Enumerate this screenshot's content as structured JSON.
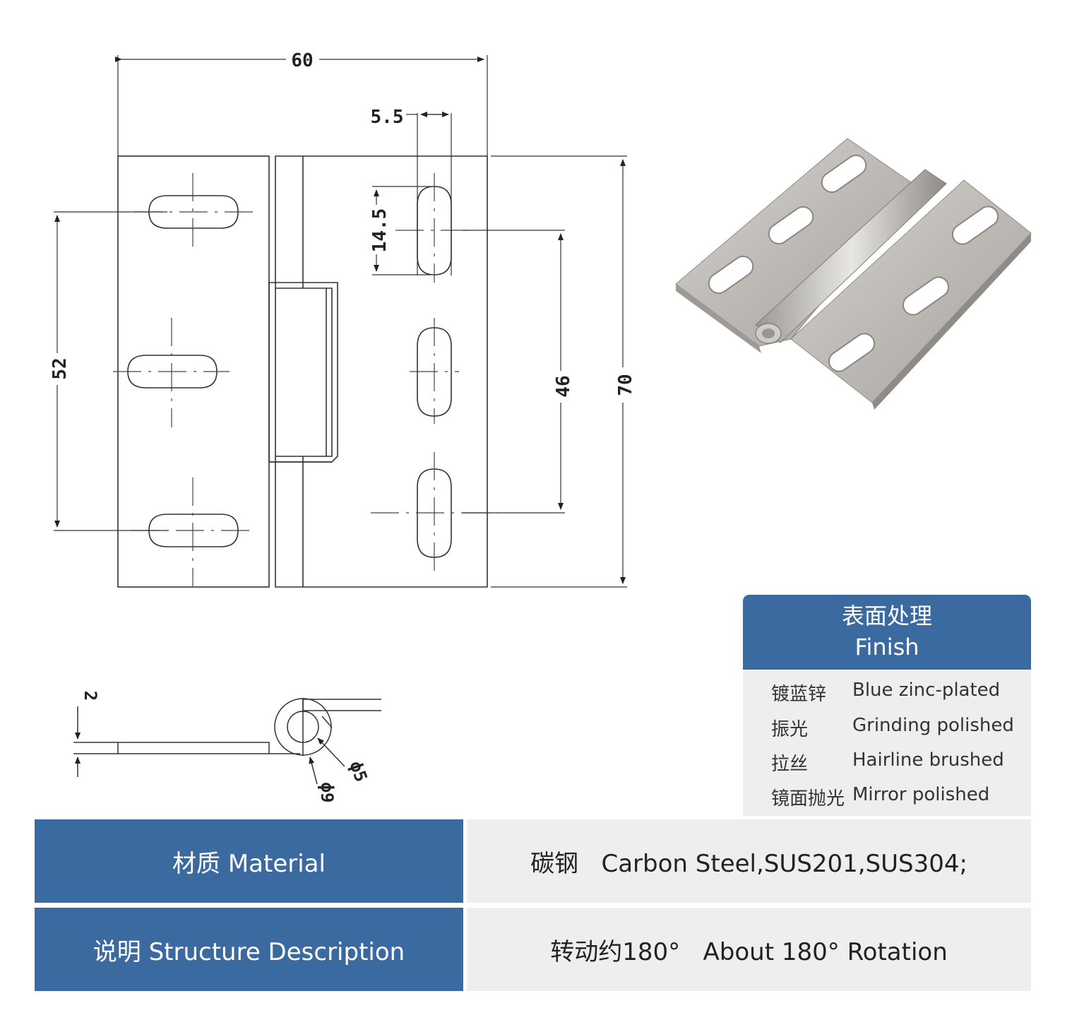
{
  "drawing": {
    "dimensions": {
      "width": "60",
      "slot_width": "5.5",
      "slot_length": "14.5",
      "left_span": "52",
      "right_span": "46",
      "height": "70",
      "thickness": "2",
      "pin_diameter": "ϕ5",
      "knuckle_diameter": "ϕ9"
    }
  },
  "finish": {
    "title_zh": "表面处理",
    "title_en": "Finish",
    "options": [
      {
        "zh": "镀蓝锌",
        "en": "Blue zinc-plated"
      },
      {
        "zh": "振光",
        "en": "Grinding polished"
      },
      {
        "zh": "拉丝",
        "en": "Hairline brushed"
      },
      {
        "zh": "镜面抛光",
        "en": "Mirror polished"
      }
    ]
  },
  "specs": [
    {
      "label": "材质 Material",
      "value": "碳钢   Carbon Steel,SUS201,SUS304;"
    },
    {
      "label": "说明 Structure Description",
      "value": "转动约180°   About 180° Rotation"
    }
  ],
  "colors": {
    "header_blue": "#3a6a9f",
    "panel_gray": "#eeeeee",
    "line_dark": "#333333"
  }
}
